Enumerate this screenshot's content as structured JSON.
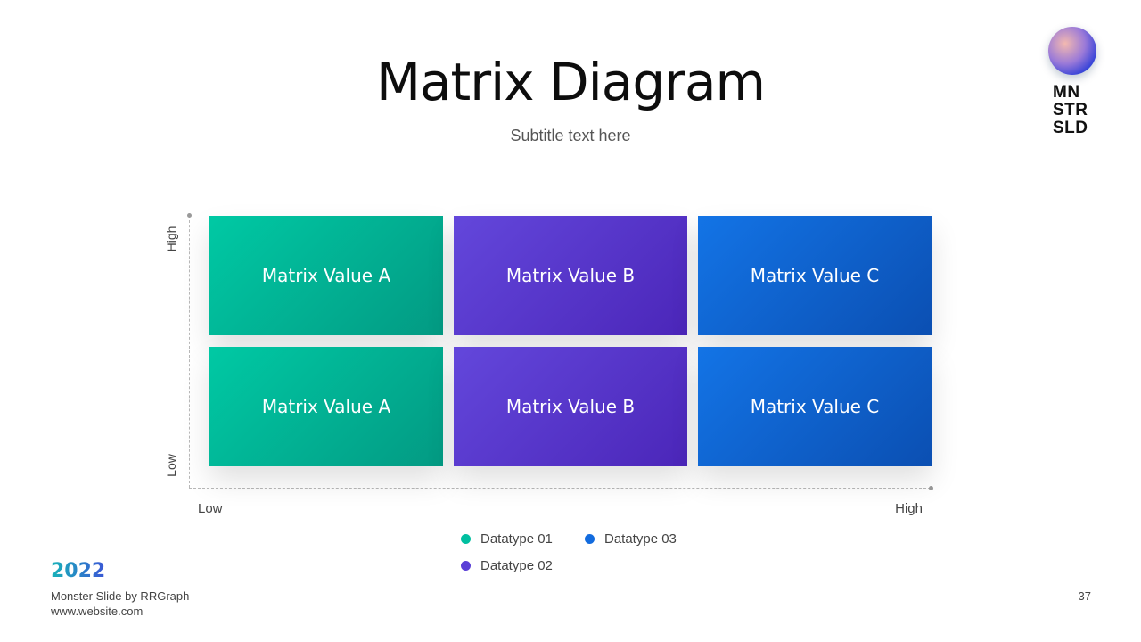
{
  "header": {
    "title": "Matrix Diagram",
    "subtitle": "Subtitle text here"
  },
  "brand": {
    "logo_icon": "gradient-sphere-icon",
    "logo_lines": [
      "MN",
      "STR",
      "SLD"
    ]
  },
  "axes": {
    "y_high": "High",
    "y_low": "Low",
    "x_low": "Low",
    "x_high": "High"
  },
  "matrix": {
    "rows": [
      {
        "level": "high",
        "cells": [
          {
            "label": "Matrix Value A",
            "datatype": "Datatype 01"
          },
          {
            "label": "Matrix Value B",
            "datatype": "Datatype 02"
          },
          {
            "label": "Matrix Value C",
            "datatype": "Datatype 03"
          }
        ]
      },
      {
        "level": "low",
        "cells": [
          {
            "label": "Matrix Value A",
            "datatype": "Datatype 01"
          },
          {
            "label": "Matrix Value B",
            "datatype": "Datatype 02"
          },
          {
            "label": "Matrix Value C",
            "datatype": "Datatype 03"
          }
        ]
      }
    ]
  },
  "legend": [
    {
      "label": "Datatype 01",
      "color": "#00BFA0"
    },
    {
      "label": "Datatype 02",
      "color": "#5A3FD6"
    },
    {
      "label": "Datatype 03",
      "color": "#126BDE"
    }
  ],
  "footer": {
    "year": "2022",
    "credit": "Monster Slide  by RRGraph",
    "website": "www.website.com",
    "page_number": "37"
  },
  "colors": {
    "datatype_01": "#00BFA0",
    "datatype_02": "#5A3FD6",
    "datatype_03": "#126BDE"
  }
}
